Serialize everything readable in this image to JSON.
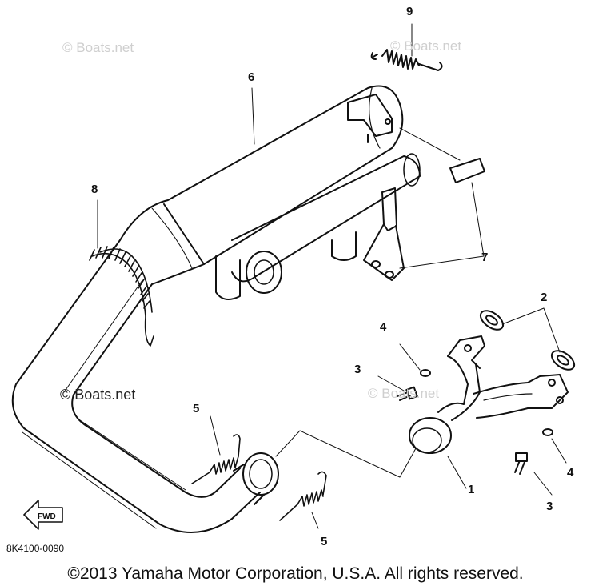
{
  "watermarks": [
    "© Boats.net",
    "© Boats.net",
    "© Boats.net",
    "© Boats.net"
  ],
  "callouts": [
    "1",
    "2",
    "3",
    "3",
    "4",
    "4",
    "5",
    "5",
    "6",
    "7",
    "8",
    "9"
  ],
  "fwd_label": "FWD",
  "part_code": "8K4100-0090",
  "copyright": "©2013 Yamaha Motor Corporation, U.S.A. All rights reserved."
}
